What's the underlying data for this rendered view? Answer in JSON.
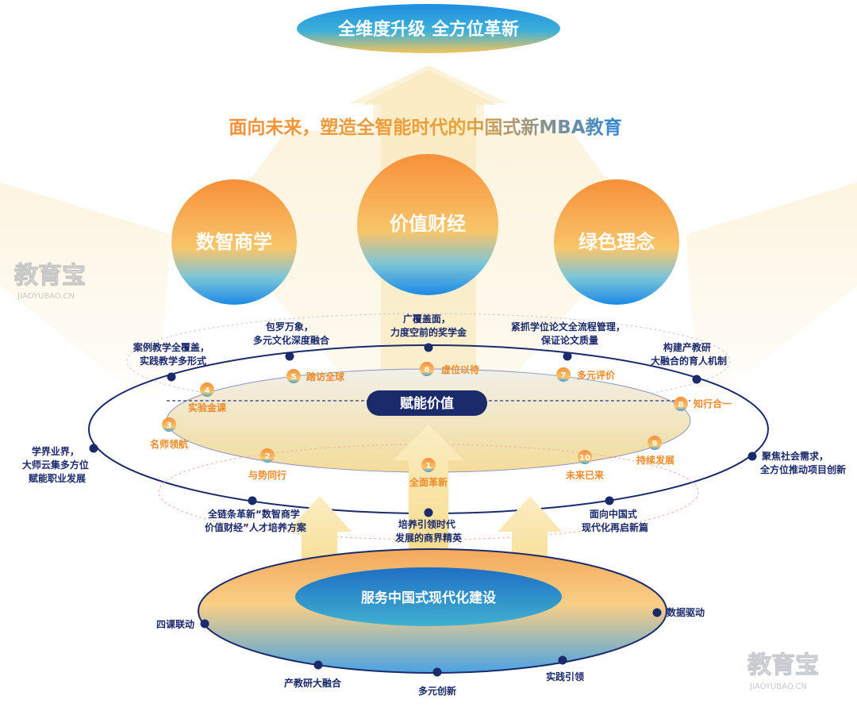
{
  "top_banner": "全维度升级  全方位革新",
  "headline": "面向未来，塑造全智能时代的中国式新MBA教育",
  "circles": [
    "数智商学",
    "价值财经",
    "绿色理念"
  ],
  "center_label": "赋能价值",
  "base_label": "服务中国式现代化建设",
  "watermark": {
    "cn": "教育宝",
    "en": "JIAOYUBAO.CN"
  },
  "outer_points": [
    {
      "text": [
        "案例教学全覆盖，",
        "实践教学多形式"
      ]
    },
    {
      "text": [
        "包罗万象，",
        "多元文化深度融合"
      ]
    },
    {
      "text": [
        "广覆盖面，",
        "力度空前的奖学金"
      ]
    },
    {
      "text": [
        "紧抓学位论文全流程管理，",
        "保证论文质量"
      ]
    },
    {
      "text": [
        "构建产教研",
        "大融合的育人机制"
      ]
    },
    {
      "text": [
        "学界业界，",
        "大师云集多方位",
        "赋能职业发展"
      ]
    },
    {
      "text": [
        "聚焦社会需求，",
        "全方位推动项目创新"
      ]
    },
    {
      "text": [
        "全链条革新“数智商学",
        "价值财经”人才培养方案"
      ]
    },
    {
      "text": [
        "培养引领时代",
        "发展的商界精英"
      ]
    },
    {
      "text": [
        "面向中国式",
        "现代化再启新篇"
      ]
    }
  ],
  "inner_points": [
    {
      "num": "1",
      "label": "全面革新"
    },
    {
      "num": "2",
      "label": "与势同行"
    },
    {
      "num": "3",
      "label": "名师领航"
    },
    {
      "num": "4",
      "label": "实验金课"
    },
    {
      "num": "5",
      "label": "踏访全球"
    },
    {
      "num": "6",
      "label": "虚位以待"
    },
    {
      "num": "7",
      "label": "多元评价"
    },
    {
      "num": "8",
      "label": "知行合一"
    },
    {
      "num": "9",
      "label": "持续发展"
    },
    {
      "num": "10",
      "label": "未来已来"
    }
  ],
  "base_points": [
    "四课联动",
    "产教研大融合",
    "多元创新",
    "实践引领",
    "数据驱动"
  ],
  "colors": {
    "navy": "#1b2a6b",
    "orange": "#f5913a",
    "blue": "#1e8fe0",
    "yellow": "#f7e3a2"
  }
}
